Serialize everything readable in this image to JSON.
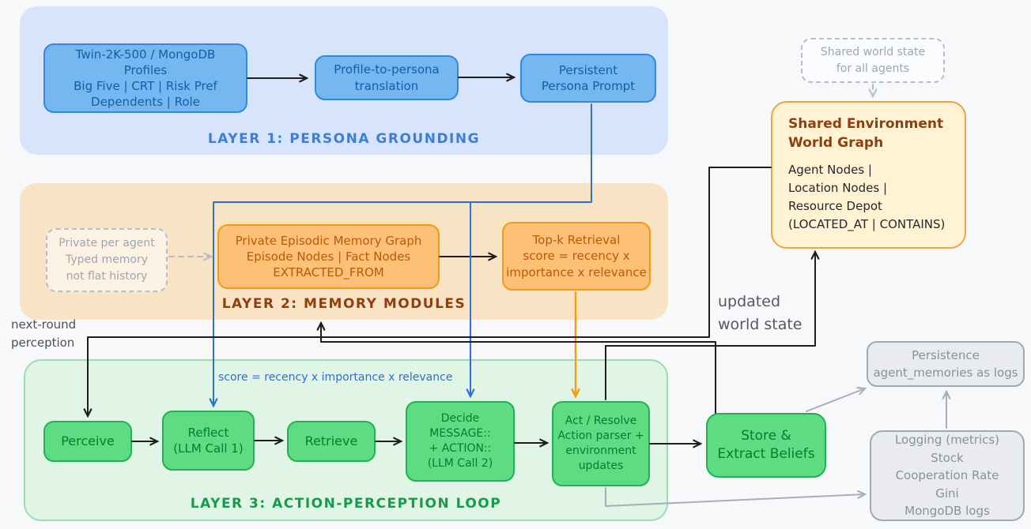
{
  "colors": {
    "background": "#f7f8fa",
    "blue_accent": "#3388dd",
    "blue_fill": "#74b7f1",
    "orange_accent": "#f29a16",
    "orange_fill": "#fcc077",
    "green_accent": "#1fb152",
    "green_fill": "#5edc83",
    "world_graph_fill": "#fff3d3",
    "world_graph_border": "#eca43e",
    "gray_box_fill": "#e9ebee",
    "black_arrow": "#1e1e1e",
    "blue_arrow": "#2f6fd6",
    "orange_arrow": "#f59e18",
    "gray_arrow": "#a9aeb5"
  },
  "layer1": {
    "label": "LAYER 1: PERSONA GROUNDING",
    "profiles_box": "Twin-2K-500 / MongoDB\nProfiles\nBig Five | CRT | Risk Pref\nDependents | Role",
    "translation_box": "Profile-to-persona\ntranslation",
    "persona_prompt_box": "Persistent\nPersona Prompt"
  },
  "layer2": {
    "label": "LAYER 2: MEMORY MODULES",
    "note_box": "Private per agent\nTyped memory\nnot flat history",
    "memory_graph_box": "Private Episodic Memory Graph\nEpisode Nodes | Fact Nodes\nEXTRACTED_FROM",
    "topk_box": "Top-k Retrieval\nscore = recency x\nimportance x relevance"
  },
  "layer3": {
    "label": "LAYER 3: ACTION-PERCEPTION LOOP",
    "perceive_box": "Perceive",
    "reflect_box": "Reflect\n(LLM Call 1)",
    "retrieve_box": "Retrieve",
    "decide_box": "Decide\nMESSAGE::\n+ ACTION::\n(LLM Call 2)",
    "act_box": "Act / Resolve\nAction parser +\nenvironment\nupdates",
    "store_box": "Store &\nExtract Beliefs"
  },
  "world_graph": {
    "note_box": "Shared world state\nfor all agents",
    "title": "Shared Environment\nWorld Graph",
    "body": "Agent Nodes |\nLocation Nodes |\nResource Depot\n(LOCATED_AT | CONTAINS)"
  },
  "outputs": {
    "persistence_box": "Persistence\nagent_memories as logs",
    "logging_box": "Logging (metrics)\nStock\nCooperation Rate\nGini\nMongoDB logs"
  },
  "annotations": {
    "next_round": "next-round\nperception",
    "score_formula": "score = recency x importance x relevance",
    "updated_world_state": "updated\nworld state"
  }
}
